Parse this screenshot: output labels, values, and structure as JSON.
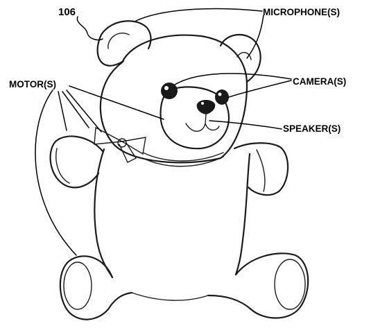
{
  "figure": {
    "reference_number": "106",
    "labels": {
      "microphone": "MICROPHONE(S)",
      "camera": "CAMERA(S)",
      "motor": "MOTOR(S)",
      "speaker": "SPEAKER(S)"
    }
  }
}
